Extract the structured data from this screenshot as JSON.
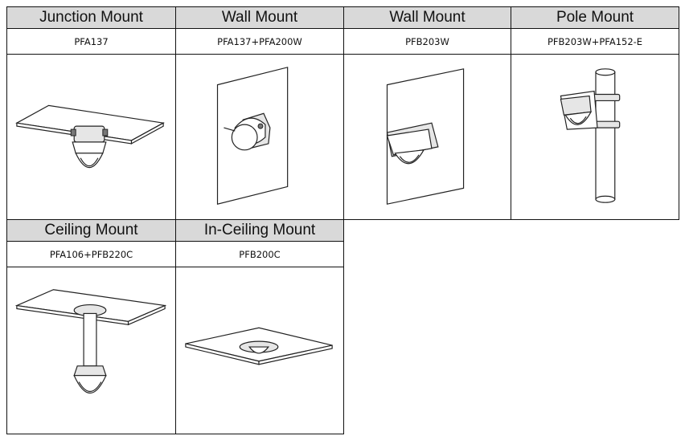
{
  "mounts": [
    {
      "title": "Junction Mount",
      "code": "PFA137",
      "illustration": "junction-mount-illustration"
    },
    {
      "title": "Wall Mount",
      "code": "PFA137+PFA200W",
      "illustration": "wall-mount-illustration"
    },
    {
      "title": "Wall Mount",
      "code": "PFB203W",
      "illustration": "wall-mount-illustration"
    },
    {
      "title": "Pole Mount",
      "code": "PFB203W+PFA152-E",
      "illustration": "pole-mount-illustration"
    },
    {
      "title": "Ceiling Mount",
      "code": "PFA106+PFB220C",
      "illustration": "ceiling-mount-illustration"
    },
    {
      "title": "In-Ceiling Mount",
      "code": "PFB200C",
      "illustration": "in-ceiling-mount-illustration"
    }
  ],
  "colors": {
    "header_bg": "#d9d9d9",
    "border": "#111111"
  }
}
